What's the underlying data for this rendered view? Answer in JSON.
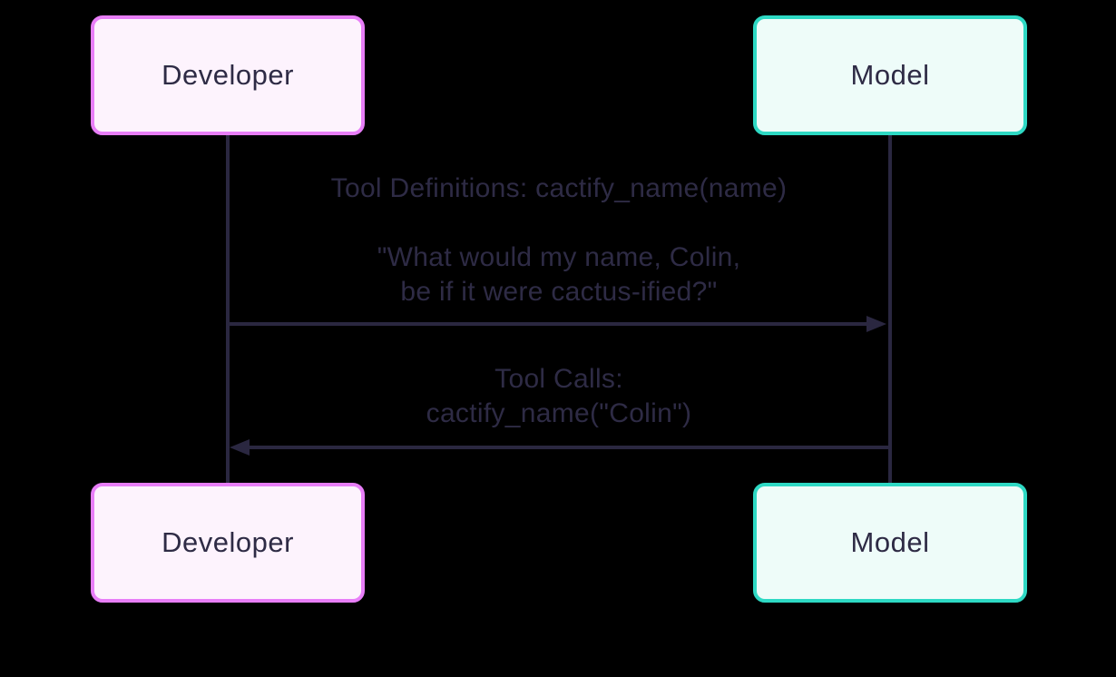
{
  "colors": {
    "background": "#000000",
    "actor-developer-border": "#e87ef8",
    "actor-developer-fill": "#fdf3fd",
    "actor-model-border": "#2ed9c4",
    "actor-model-fill": "#eefcf9",
    "line": "#2a2740",
    "text": "#2e2b45"
  },
  "actors": {
    "developer": {
      "label": "Developer"
    },
    "model": {
      "label": "Model"
    }
  },
  "messages": [
    {
      "from": "Developer",
      "to": "Model",
      "direction": "right",
      "line1": "Tool Definitions: cactify_name(name)",
      "line2": "\"What would my name, Colin,",
      "line3": "be if it were cactus-ified?\""
    },
    {
      "from": "Model",
      "to": "Developer",
      "direction": "left",
      "line1": "Tool Calls:",
      "line2": "cactify_name(\"Colin\")"
    }
  ]
}
